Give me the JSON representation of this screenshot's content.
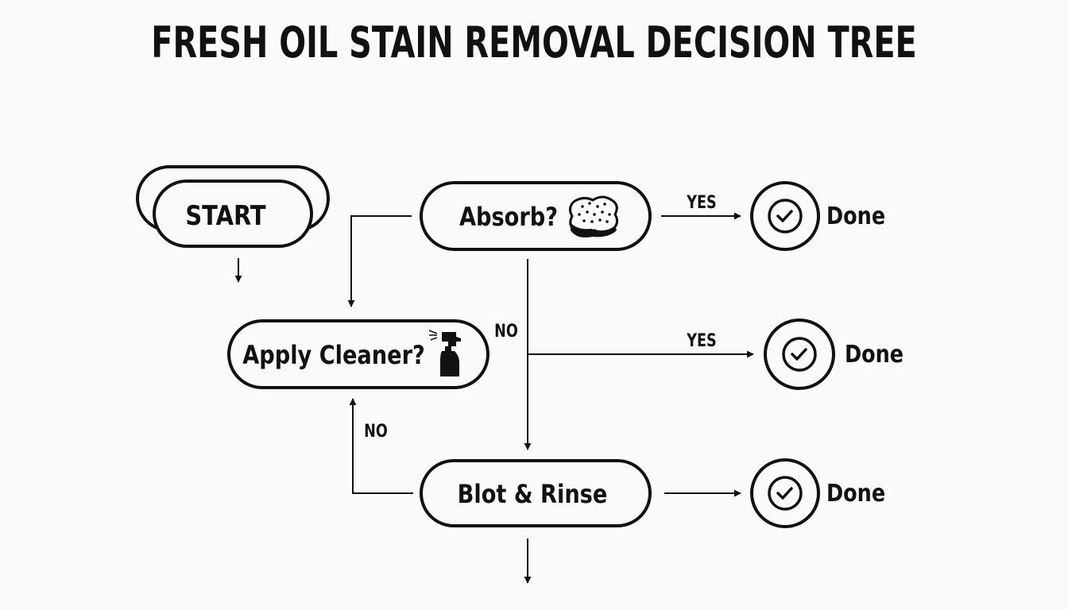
{
  "title": "FRESH OIL STAIN REMOVAL DECISION TREE",
  "nodes": {
    "start": "START",
    "absorb": "Absorb?",
    "apply_cleaner": "Apply Cleaner?",
    "blot_rinse": "Blot & Rinse",
    "done_1": "Done",
    "done_2": "Done",
    "done_3": "Done"
  },
  "edges": {
    "absorb_yes": "YES",
    "absorb_no": "NO",
    "branch_yes": "YES",
    "blot_no": "NO"
  },
  "icons": {
    "absorb": "sponge-icon",
    "apply_cleaner": "spray-bottle-icon",
    "done": "check-circle-icon"
  }
}
